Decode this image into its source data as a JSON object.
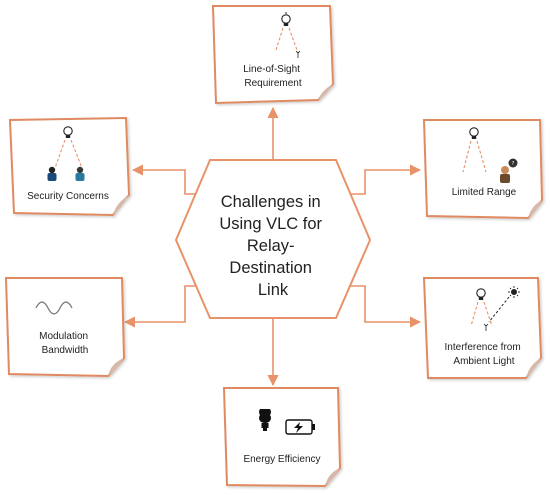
{
  "center": {
    "lines": [
      "Challenges in",
      "Using VLC for",
      "Relay-",
      "Destination",
      "Link"
    ]
  },
  "cards": {
    "los": {
      "lines": [
        "Line-of-Sight",
        "Requirement"
      ]
    },
    "security": {
      "lines": [
        "Security Concerns"
      ]
    },
    "range": {
      "lines": [
        "Limited Range"
      ]
    },
    "modulation": {
      "lines": [
        "Modulation",
        "Bandwidth"
      ]
    },
    "interference": {
      "lines": [
        "Interference from",
        "Ambient Light"
      ]
    },
    "energy": {
      "lines": [
        "Energy Efficiency"
      ]
    }
  },
  "colors": {
    "accent": "#e8926a",
    "card_border": "#e08a62",
    "text": "#222222",
    "fold": "#d8b8a8"
  }
}
